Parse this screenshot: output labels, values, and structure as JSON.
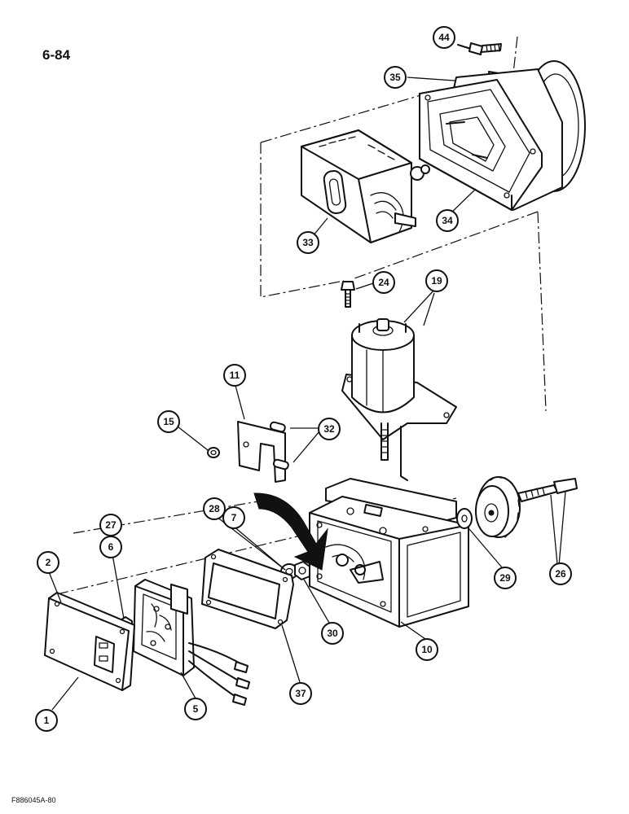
{
  "page": {
    "code": "6-84",
    "figure_code": "F886045A-80"
  },
  "callouts": [
    {
      "id": "44",
      "label": "44"
    },
    {
      "id": "35",
      "label": "35"
    },
    {
      "id": "33",
      "label": "33"
    },
    {
      "id": "34",
      "label": "34"
    },
    {
      "id": "24",
      "label": "24"
    },
    {
      "id": "19",
      "label": "19"
    },
    {
      "id": "11",
      "label": "11"
    },
    {
      "id": "15",
      "label": "15"
    },
    {
      "id": "32",
      "label": "32"
    },
    {
      "id": "28",
      "label": "28"
    },
    {
      "id": "7",
      "label": "7"
    },
    {
      "id": "27",
      "label": "27"
    },
    {
      "id": "6",
      "label": "6"
    },
    {
      "id": "2",
      "label": "2"
    },
    {
      "id": "30",
      "label": "30"
    },
    {
      "id": "29",
      "label": "29"
    },
    {
      "id": "26",
      "label": "26"
    },
    {
      "id": "10",
      "label": "10"
    },
    {
      "id": "37",
      "label": "37"
    },
    {
      "id": "5",
      "label": "5"
    },
    {
      "id": "1",
      "label": "1"
    }
  ]
}
